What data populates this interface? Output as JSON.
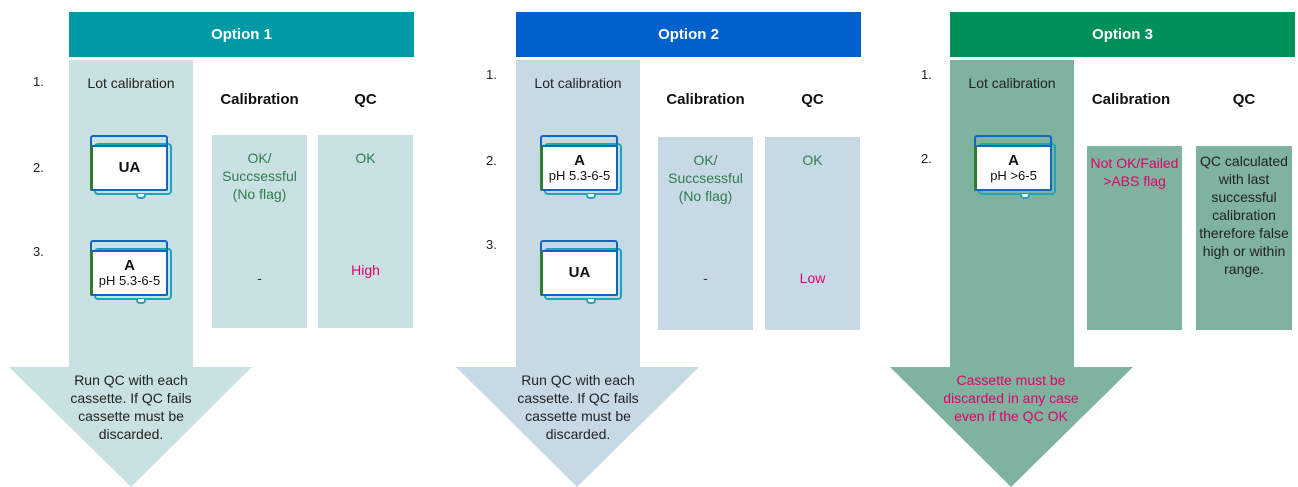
{
  "colors": {
    "option1_header": "#009aa6",
    "option2_header": "#0060cc",
    "option3_header": "#00915a",
    "option1_fill": "#c9e1e2",
    "option2_fill": "#c8d9e6",
    "option3_fill": "#7fb29f",
    "ok_text": "#2e7d4f",
    "alert_text": "#e0006b"
  },
  "icons": [
    "cassette-icon"
  ],
  "options": [
    {
      "header": "Option 1",
      "row_numbers": [
        "1.",
        "2.",
        "3."
      ],
      "lot_calibration": "Lot calibration",
      "calibration_header": "Calibration",
      "qc_header": "QC",
      "cassette_1": {
        "code": "UA",
        "ph": ""
      },
      "cassette_2": {
        "code": "A",
        "ph": "pH 5.3-6-5"
      },
      "calibration_1": "OK/ Succsessful (No flag)",
      "calibration_2": "-",
      "qc_1": "OK",
      "qc_2": "High",
      "arrow_text": "Run QC with each cassette. If QC fails cassette must be discarded."
    },
    {
      "header": "Option 2",
      "row_numbers": [
        "1.",
        "2.",
        "3."
      ],
      "lot_calibration": "Lot calibration",
      "calibration_header": "Calibration",
      "qc_header": "QC",
      "cassette_1": {
        "code": "A",
        "ph": "pH 5.3-6-5"
      },
      "cassette_2": {
        "code": "UA",
        "ph": ""
      },
      "calibration_1": "OK/ Succsessful (No flag)",
      "calibration_2": "-",
      "qc_1": "OK",
      "qc_2": "Low",
      "arrow_text": "Run QC with each cassette. If QC fails cassette must be discarded."
    },
    {
      "header": "Option 3",
      "row_numbers": [
        "1.",
        "2."
      ],
      "lot_calibration": "Lot calibration",
      "calibration_header": "Calibration",
      "qc_header": "QC",
      "cassette_1": {
        "code": "A",
        "ph": "pH >6-5"
      },
      "calibration_1": "Not OK/Failed >ABS flag",
      "qc_1": "QC calculated with last successful calibration therefore false high or within range.",
      "arrow_text": "Cassette must be discarded in any case even if the QC OK"
    }
  ]
}
